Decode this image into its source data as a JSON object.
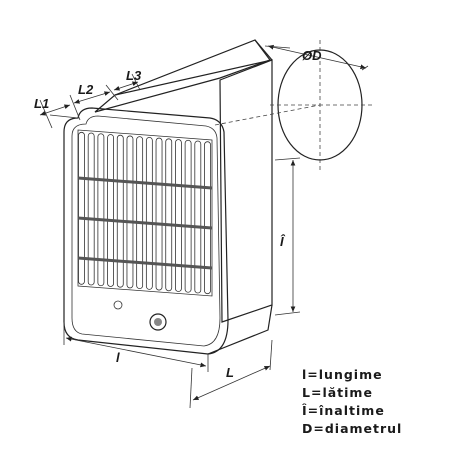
{
  "dimensions": {
    "l1": "L1",
    "l2": "L2",
    "l3": "L3",
    "diameter": "ØD",
    "length": "l",
    "width": "L",
    "height": "Î"
  },
  "legend": [
    "l=lungime",
    "L=lătime",
    "Î=înaltime",
    "D=diametrul"
  ]
}
